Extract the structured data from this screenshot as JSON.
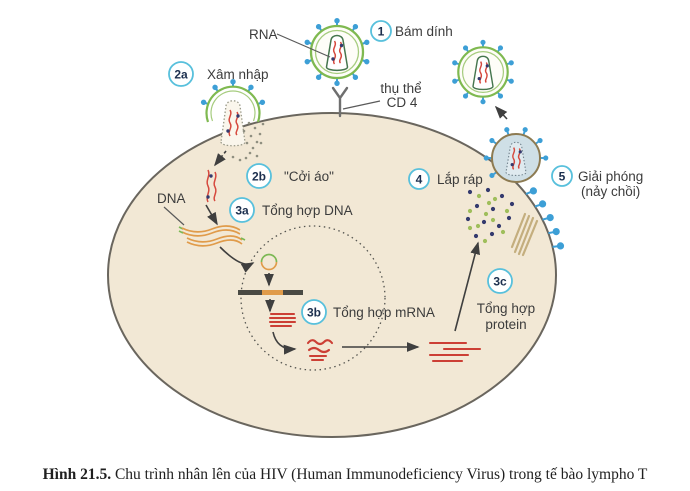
{
  "figure": {
    "type": "biology-diagram",
    "subject": "HIV replication cycle in a T lymphocyte",
    "caption": {
      "prefix": "Hình 21.5.",
      "text": " Chu trình nhân lên của HIV (Human Immunodeficiency Virus) trong tế bào lympho T"
    }
  },
  "labels": {
    "rna": "RNA",
    "dna": "DNA",
    "receptor_line1": "thụ thể",
    "receptor_line2": "CD 4"
  },
  "steps": [
    {
      "num": "1",
      "label": "Bám dính"
    },
    {
      "num": "2a",
      "label": "Xâm nhập"
    },
    {
      "num": "2b",
      "label": "\"Cởi áo\""
    },
    {
      "num": "3a",
      "label": "Tổng hợp DNA"
    },
    {
      "num": "3b",
      "label": "Tổng hợp mRNA"
    },
    {
      "num": "3c",
      "label_line1": "Tổng hợp",
      "label_line2": "protein"
    },
    {
      "num": "4",
      "label": "Lắp ráp"
    },
    {
      "num": "5",
      "label_line1": "Giải phóng",
      "label_line2": "(nảy chồi)"
    }
  ],
  "colors": {
    "cell_fill": "#f2e8d5",
    "cell_border": "#6a665e",
    "nucleus_border": "#555550",
    "virus_envelope_green": "#7fb950",
    "virus_envelope_inner_green": "#a6cc7e",
    "spike_blue": "#3d9fd6",
    "capsid_outline_green": "#45764d",
    "rna_red": "#d6493e",
    "mrna_red": "#cc3f35",
    "dna_orange": "#e09b4a",
    "integration_bar_dark": "#4a4a44",
    "dot_navy": "#343a6e",
    "dot_green": "#9fbe5b",
    "protein_tan": "#c4ae7e",
    "budding_virus_fill": "#cfdfe6",
    "budding_virus_border": "#8d7b52",
    "step_circle_blue": "#58c0dc",
    "text_dark": "#3c3c3c"
  }
}
